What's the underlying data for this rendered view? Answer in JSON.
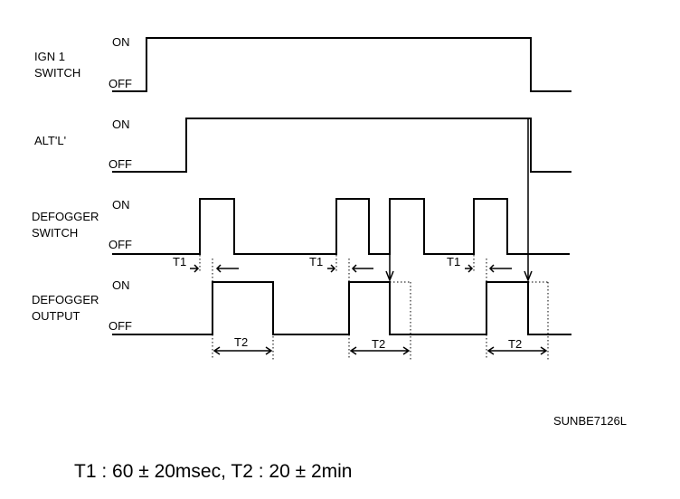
{
  "signals": [
    {
      "id": "ign",
      "label_lines": [
        "IGN 1",
        "SWITCH"
      ],
      "on_label": "ON",
      "off_label": "OFF"
    },
    {
      "id": "alt",
      "label_lines": [
        "ALT'L'"
      ],
      "on_label": "ON",
      "off_label": "OFF"
    },
    {
      "id": "defsw",
      "label_lines": [
        "DEFOGGER",
        "SWITCH"
      ],
      "on_label": "ON",
      "off_label": "OFF"
    },
    {
      "id": "defout",
      "label_lines": [
        "DEFOGGER",
        "OUTPUT"
      ],
      "on_label": "ON",
      "off_label": "OFF"
    }
  ],
  "timing_labels": {
    "t1": "T1",
    "t2": "T2"
  },
  "reference_code": "SUNBE7126L",
  "spec_text": "T1 : 60 ± 20msec, T2 : 20 ± 2min"
}
